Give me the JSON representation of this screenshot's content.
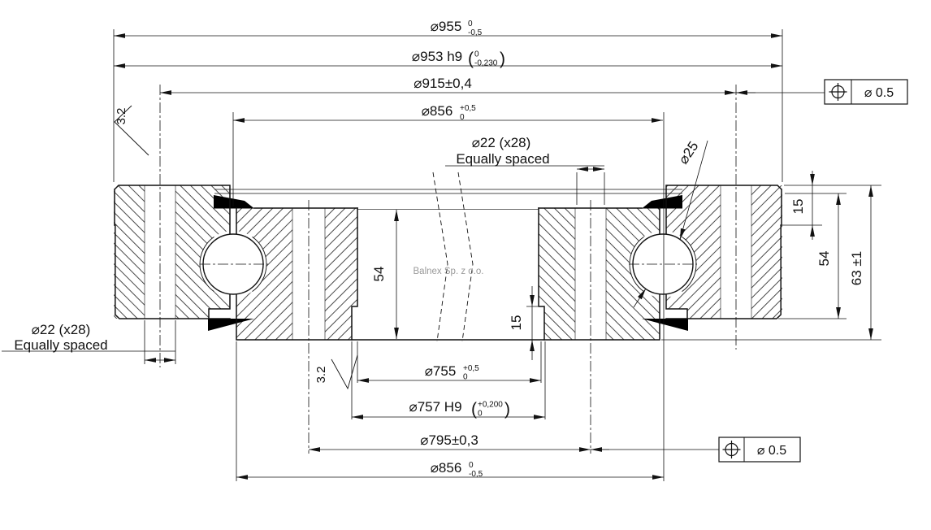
{
  "drawing": {
    "watermark": "Balnex Sp. z o.o.",
    "dims": {
      "d955": {
        "label": "⌀955",
        "tol_top": "0",
        "tol_bot": "-0,5"
      },
      "d953": {
        "label": "⌀953 h9",
        "open": "(",
        "tol_top": "0",
        "tol_bot": "-0,230",
        "close": ")"
      },
      "d915": {
        "label": "⌀915±0,4"
      },
      "d856_top": {
        "label": "⌀856",
        "tol_top": "+0,5",
        "tol_bot": "0"
      },
      "d22_top": {
        "line1": "⌀22 (x28)",
        "line2": "Equally spaced"
      },
      "d25": {
        "label": "⌀25"
      },
      "d15_right": {
        "label": "15"
      },
      "d54_right": {
        "label": "54"
      },
      "d63_right": {
        "label": "63 ±1"
      },
      "d54_mid": {
        "label": "54"
      },
      "d15_mid": {
        "label": "15"
      },
      "d755": {
        "label": "⌀755",
        "tol_top": "+0,5",
        "tol_bot": "0"
      },
      "d757": {
        "label": "⌀757 H9",
        "open": "(",
        "tol_top": "+0,200",
        "tol_bot": "0",
        "close": ")"
      },
      "d795": {
        "label": "⌀795±0,3"
      },
      "d856_bot": {
        "label": "⌀856",
        "tol_top": "0",
        "tol_bot": "-0,5"
      },
      "d22_left": {
        "line1": "⌀22 (x28)",
        "line2": "Equally spaced"
      },
      "roughness_top": {
        "label": "3.2"
      },
      "roughness_bottom": {
        "label": "3.2"
      },
      "fcf_top": {
        "value": "⌀ 0.5"
      },
      "fcf_bottom": {
        "value": "⌀ 0.5"
      }
    }
  }
}
